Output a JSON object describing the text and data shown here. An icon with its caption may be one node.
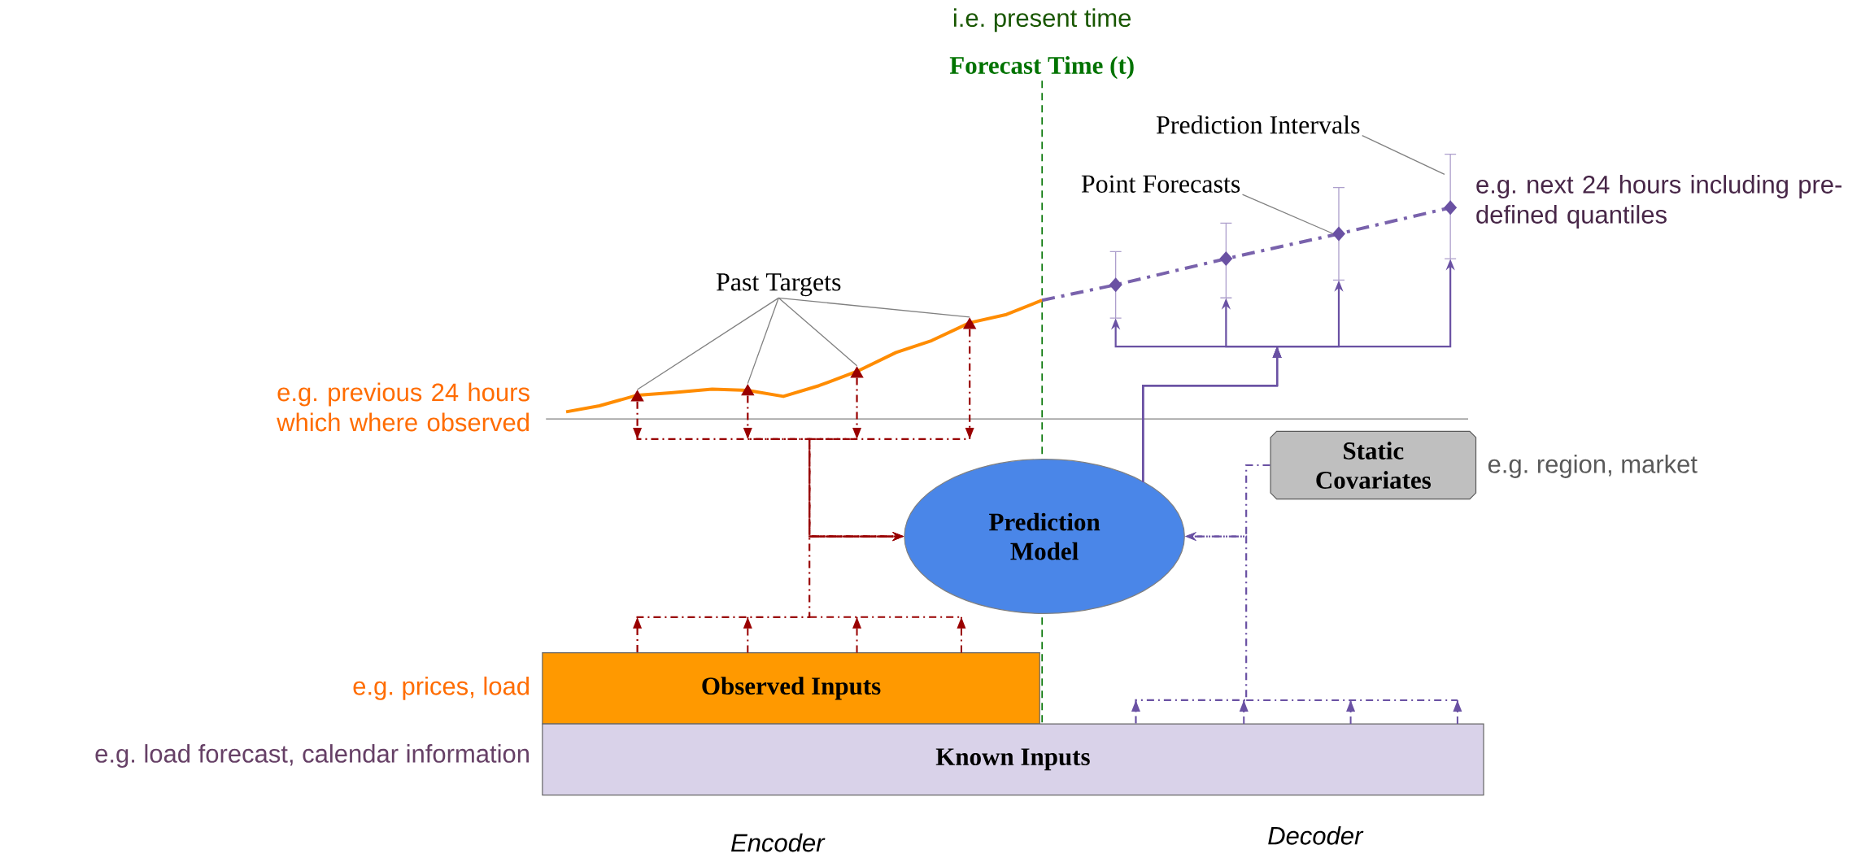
{
  "diagram": {
    "nodes": [
      {
        "text": [
          "Prediction Intervals"
        ]
      },
      {
        "text": [
          "Point Forecasts"
        ]
      },
      {
        "text": [
          "Past Targets"
        ]
      },
      {
        "text": [
          "Prediction Model"
        ]
      },
      {
        "text": [
          "Static Covariates"
        ],
        "beside": [
          "e.g. region, market"
        ]
      },
      {
        "text": [
          "Observed Inputs"
        ],
        "beside": [
          "e.g. prices, load"
        ]
      },
      {
        "text": [
          "Known Inputs"
        ],
        "beside": [
          "e.g. load forecast, calendar information"
        ]
      },
      {
        "text": [],
        "shape": "triangle"
      },
      {
        "text": [],
        "shape": "triangle"
      },
      {
        "text": [],
        "shape": "triangle"
      },
      {
        "text": [],
        "shape": "triangle"
      },
      {
        "text": [],
        "shape": "bar"
      },
      {
        "text": [],
        "shape": "bar"
      },
      {
        "text": [],
        "shape": "bar"
      },
      {
        "text": [],
        "shape": "bar"
      }
    ],
    "edges": [
      {
        "from": 0,
        "to": 14,
        "arrow": "none"
      },
      {
        "from": 1,
        "to": 13,
        "arrow": "none"
      },
      {
        "from": 2,
        "to": 7,
        "arrow": "none"
      },
      {
        "from": 2,
        "to": 8,
        "arrow": "none"
      },
      {
        "from": 2,
        "to": 9,
        "arrow": "none"
      },
      {
        "from": 2,
        "to": 10,
        "arrow": "none"
      },
      {
        "from": 7,
        "to": 3,
        "arrow": "to",
        "style": "dashed",
        "color": "#990000"
      },
      {
        "from": 8,
        "to": 3,
        "arrow": "to",
        "style": "dashed",
        "color": "#990000"
      },
      {
        "from": 9,
        "to": 3,
        "arrow": "to",
        "style": "dashed",
        "color": "#990000"
      },
      {
        "from": 10,
        "to": 3,
        "arrow": "to",
        "style": "dashed",
        "color": "#990000"
      },
      {
        "from": 5,
        "to": 3,
        "arrow": "to",
        "style": "dashed",
        "color": "#990000"
      },
      {
        "from": 6,
        "to": 3,
        "arrow": "to",
        "style": "dashed",
        "color": "#6a51a3"
      },
      {
        "from": 4,
        "to": 3,
        "arrow": "to",
        "style": "dashed",
        "color": "#6a51a3"
      },
      {
        "from": 3,
        "to": 11,
        "arrow": "to",
        "color": "#6a51a3"
      },
      {
        "from": 3,
        "to": 12,
        "arrow": "to",
        "color": "#6a51a3"
      },
      {
        "from": 3,
        "to": 13,
        "arrow": "to",
        "color": "#6a51a3"
      },
      {
        "from": 3,
        "to": 14,
        "arrow": "to",
        "color": "#6a51a3"
      }
    ],
    "labels": [
      "i.e. present time",
      "Forecast Time (t)",
      "e.g. next 24 hours including pre-defined quantiles",
      "e.g. previous 24 hours which where observed",
      "Encoder",
      "Decoder"
    ]
  }
}
